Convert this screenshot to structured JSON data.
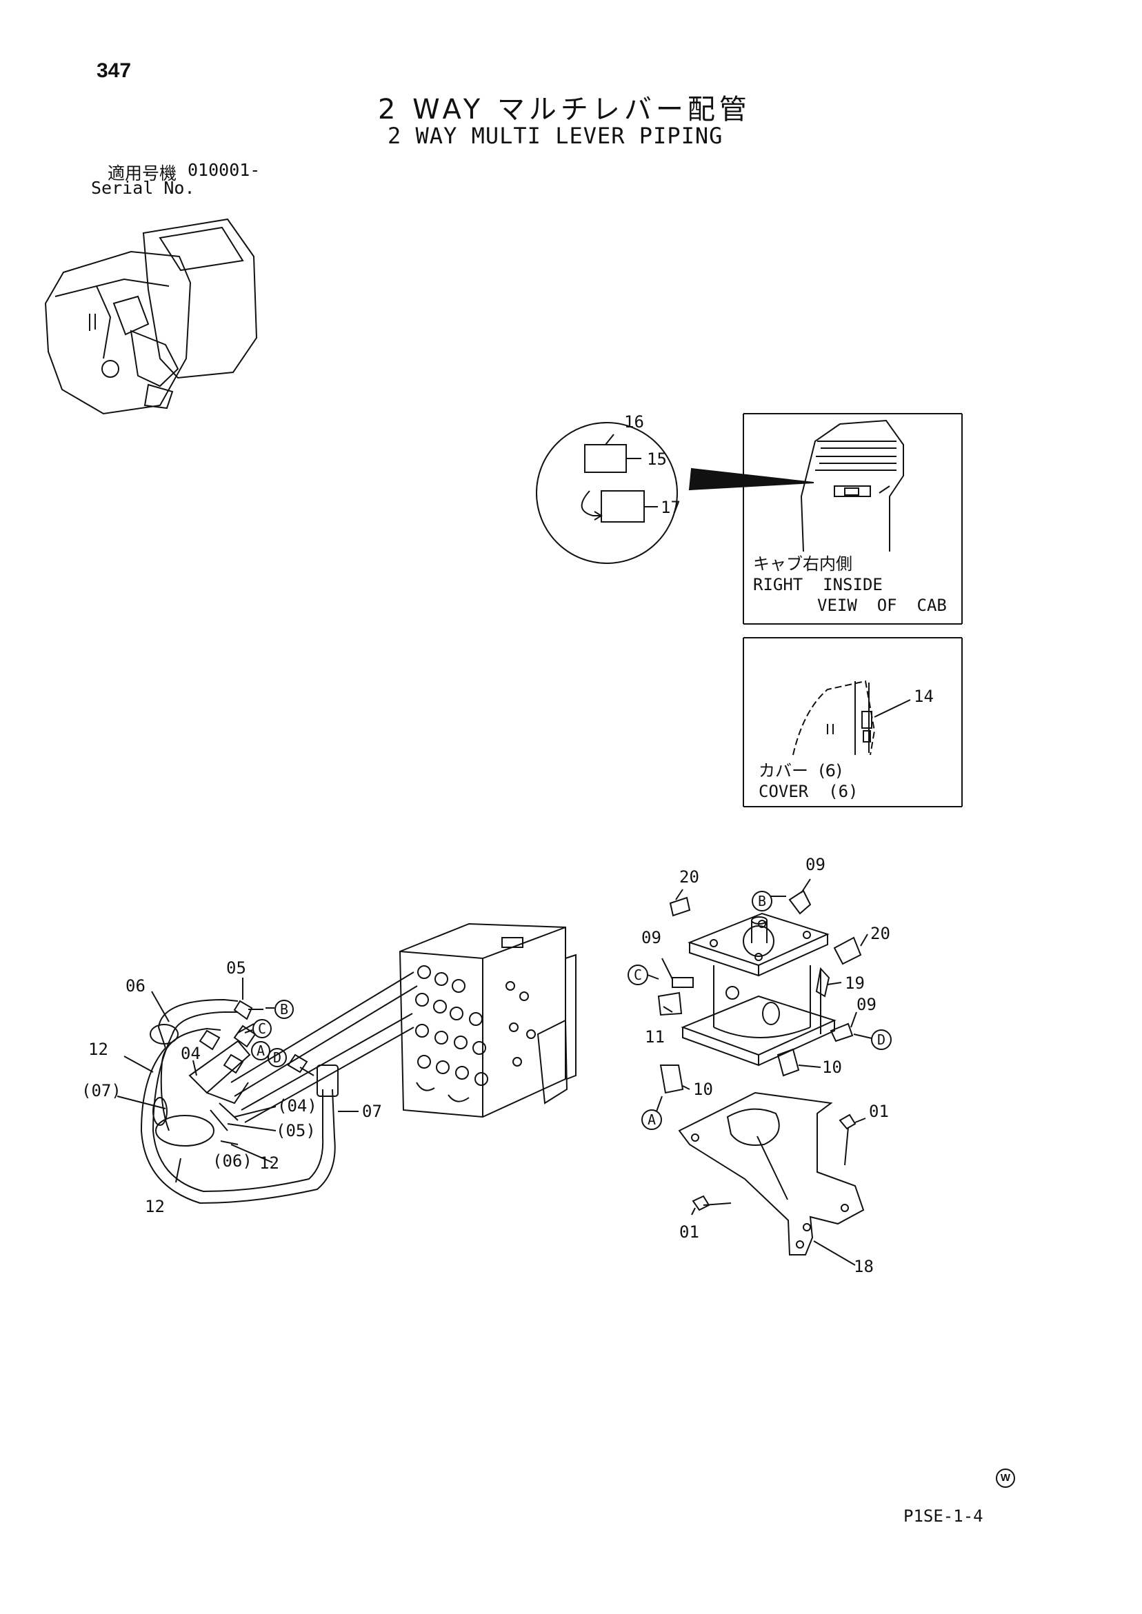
{
  "page_number": "347",
  "title_jp": "2 WAY マルチレバー配管",
  "title_en": "2 WAY MULTI LEVER PIPING",
  "serial": {
    "label_jp": "適用号機",
    "value": "010001-",
    "label_en": "Serial No."
  },
  "detail_circle": {
    "labels": [
      "16",
      "15",
      "17"
    ]
  },
  "cab_view": {
    "caption_jp": "キャブ右内側",
    "caption_en_line1": "RIGHT  INSIDE",
    "caption_en_line2": "VEIW  OF  CAB"
  },
  "cover_view": {
    "callout": "14",
    "caption_jp": "カバー  (6)",
    "caption_en": "COVER  (6)"
  },
  "left_assembly_labels": {
    "p06": "06",
    "p05": "05",
    "p12a": "12",
    "p04": "04",
    "p07p": "(07)",
    "p04p": "(04)",
    "p05p": "(05)",
    "p06p": "(06)",
    "p12b": "12",
    "p12c": "12",
    "p07": "07"
  },
  "right_assembly_labels": {
    "p20a": "20",
    "p09a": "09",
    "p20b": "20",
    "p09b": "09",
    "p19": "19",
    "p09c": "09",
    "p11": "11",
    "p10a": "10",
    "p10b": "10",
    "p01a": "01",
    "p01b": "01",
    "p18": "18"
  },
  "port_markers": {
    "A": "A",
    "B": "B",
    "C": "C",
    "D": "D"
  },
  "watermark": "W",
  "footer_code": "P1SE-1-4"
}
